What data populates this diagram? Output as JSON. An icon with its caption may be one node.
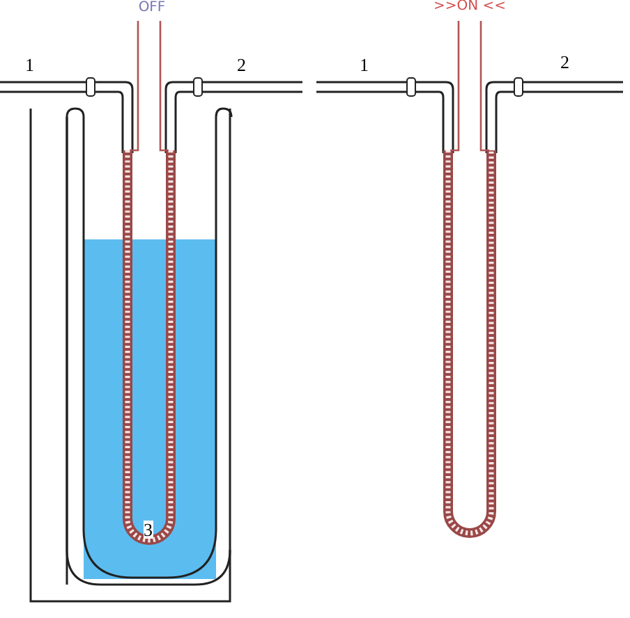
{
  "diagram": {
    "labels": [
      "OFF",
      "1",
      "2",
      "3",
      ">>ON <<",
      "1",
      "2"
    ]
  }
}
